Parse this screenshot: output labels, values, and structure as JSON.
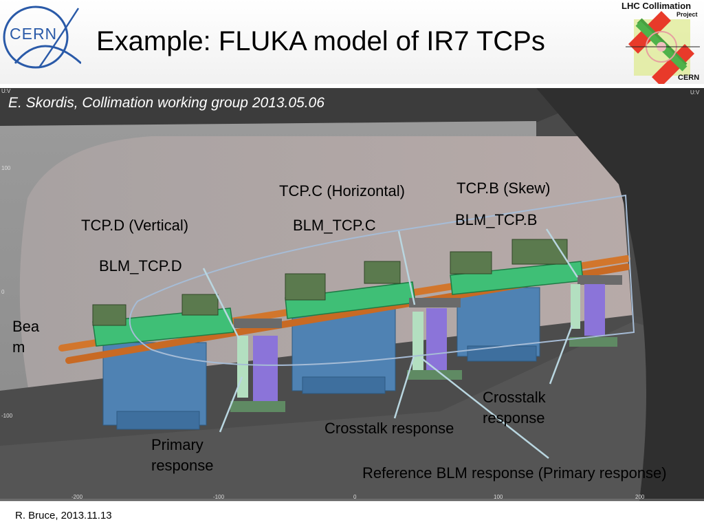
{
  "header": {
    "title": "Example: FLUKA model of IR7 TCPs",
    "logo_left_text": "CERN",
    "logo_right_title": "LHC Collimation",
    "logo_right_project": "Project",
    "logo_right_cern": "CERN"
  },
  "scene": {
    "subtitle": "E. Skordis, Collimation working group 2013.05.06",
    "labels": {
      "tcp_c": "TCP.C (Horizontal)",
      "tcp_b": "TCP.B (Skew)",
      "tcp_d": "TCP.D (Vertical)",
      "blm_tcp_c": "BLM_TCP.C",
      "blm_tcp_b": "BLM_TCP.B",
      "blm_tcp_d": "BLM_TCP.D",
      "beam": "Bea\nm",
      "crosstalk_right": "Crosstalk\nresponse",
      "crosstalk_middle": "Crosstalk response",
      "primary": "Primary\nresponse",
      "reference": "Reference BLM response (Primary response)"
    },
    "axis": {
      "corner_left": "U:V",
      "corner_right": "U:V",
      "ticks": [
        "100",
        "0",
        "-100",
        "-200",
        "-100",
        "0",
        "100",
        "200"
      ]
    },
    "colors": {
      "collimator": "#3aa86a",
      "beam_pipe": "#d2762c",
      "support": "#4a7bab",
      "blm": "#8b74d9",
      "tunnel": "#8c8c8c"
    }
  },
  "footer": {
    "text": "R. Bruce, 2013.11.13"
  }
}
